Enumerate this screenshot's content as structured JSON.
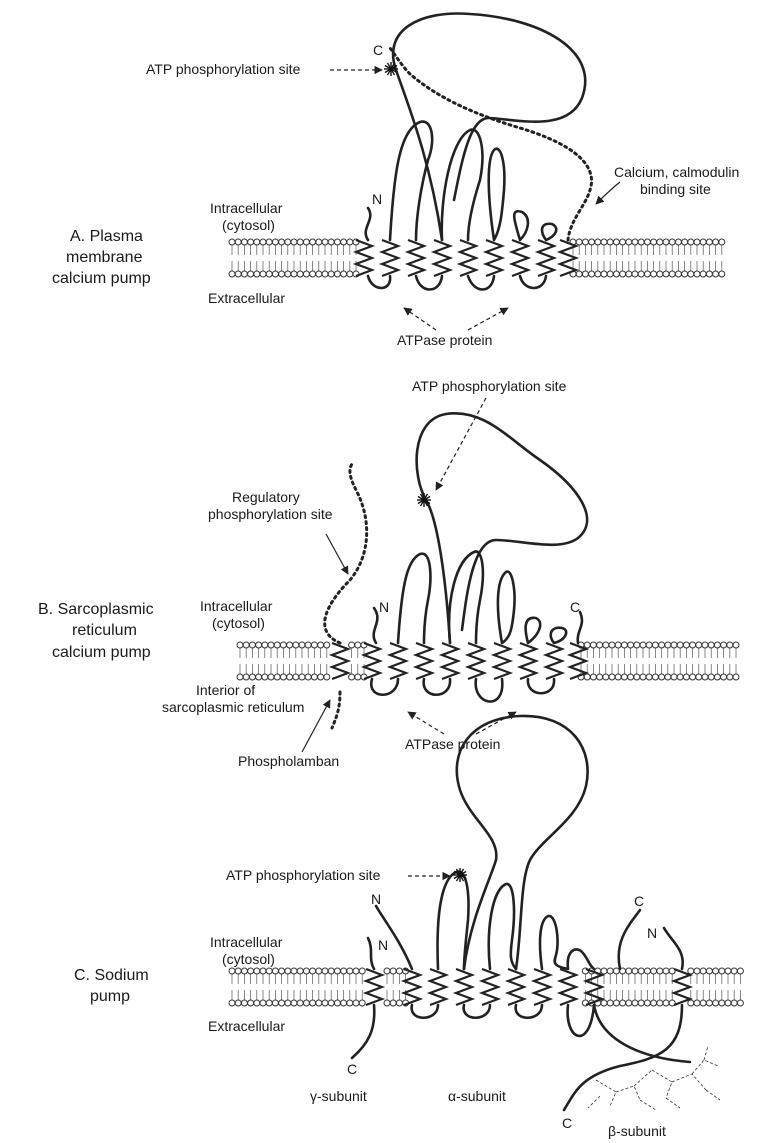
{
  "panels": [
    {
      "label_lines": [
        "A. Plasma",
        "membrane",
        "calcium pump"
      ],
      "intracellular": [
        "Intracellular",
        "(cytosol)"
      ],
      "extracellular": "Extracellular",
      "atp_site": "ATP phosphorylation site",
      "calmodulin_site": [
        "Calcium, calmodulin",
        "binding site"
      ],
      "n_terminus": "N",
      "c_terminus": "C",
      "atpase": "ATPase protein"
    },
    {
      "label_lines": [
        "B. Sarcoplasmic",
        "reticulum",
        "calcium pump"
      ],
      "intracellular": [
        "Intracellular",
        "(cytosol)"
      ],
      "interior": [
        "Interior of",
        "sarcoplasmic reticulum"
      ],
      "atp_site": "ATP phosphorylation site",
      "regulatory_site": [
        "Regulatory",
        "phosphorylation site"
      ],
      "phospholamban": "Phospholamban",
      "n_terminus": "N",
      "c_terminus": "C",
      "atpase": "ATPase protein"
    },
    {
      "label_lines": [
        "C. Sodium",
        "pump"
      ],
      "intracellular": [
        "Intracellular",
        "(cytosol)"
      ],
      "extracellular": "Extracellular",
      "atp_site": "ATP phosphorylation site",
      "gamma_n": "N",
      "gamma_c": "C",
      "alpha_n": "N",
      "alpha_c": "C",
      "beta_n": "N",
      "beta_c": "C",
      "gamma_subunit": "γ-subunit",
      "alpha_subunit": "α-subunit",
      "beta_subunit": "β-subunit"
    }
  ]
}
